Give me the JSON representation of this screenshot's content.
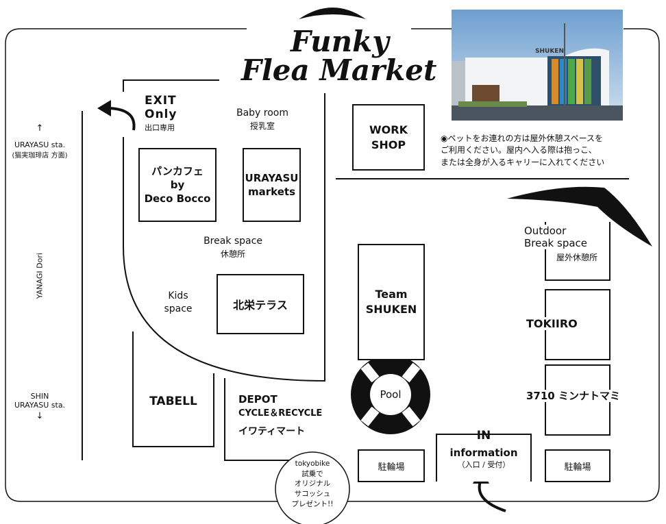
{
  "title": {
    "line1": "Funky",
    "line2": "Flea Market"
  },
  "exit": {
    "label_en": "EXIT\nOnly",
    "label_ja": "出口専用"
  },
  "baby_room": {
    "en": "Baby room",
    "ja": "授乳室"
  },
  "pancafe": {
    "label": "パンカフェ\nby\nDeco Bocco"
  },
  "urayasu_markets": {
    "label": "URAYASU\nmarkets"
  },
  "work_shop": {
    "label": "WORK\nSHOP"
  },
  "pet_notice": "◉ペットをお連れの方は屋外休憩スペースを\nご利用ください。屋内へ入る際は抱っこ、\nまたは全身が入るキャリーに入れてください",
  "left_side": {
    "north_arrow": "↑",
    "north_station": "URAYASU sta.",
    "north_station_sub": "(猫実珈琲店 方面)",
    "street": "YANAGI Dori",
    "south_station": "SHIN\nURAYASU sta.",
    "south_arrow": "↓"
  },
  "break_space": {
    "en": "Break space",
    "ja": "休憩所"
  },
  "kids_space": "Kids\nspace",
  "hokuei_terrace": "北栄テラス",
  "team_shuken": "Team\nSHUKEN",
  "outdoor_break": {
    "en": "Outdoor\nBreak space",
    "ja": "屋外休憩所"
  },
  "tokiiro": "TOKIIRO",
  "minato": "3710 ミンナトマミ",
  "pool": "Pool",
  "tabell": "TABELL",
  "depot": {
    "line1": "DEPOT",
    "line2": "CYCLE＆RECYCLE",
    "line3": "イワティマート"
  },
  "tokyobike": "tokyobike\n試乗で\nオリジナル\nサコッシュ\nプレゼント!!",
  "bike_parking_left": "駐輪場",
  "bike_parking_right": "駐輪場",
  "entrance": {
    "in": "IN",
    "info": "information",
    "sub": "（入口 / 受付）"
  },
  "photo": {
    "sign_text": "SHUKEN"
  }
}
